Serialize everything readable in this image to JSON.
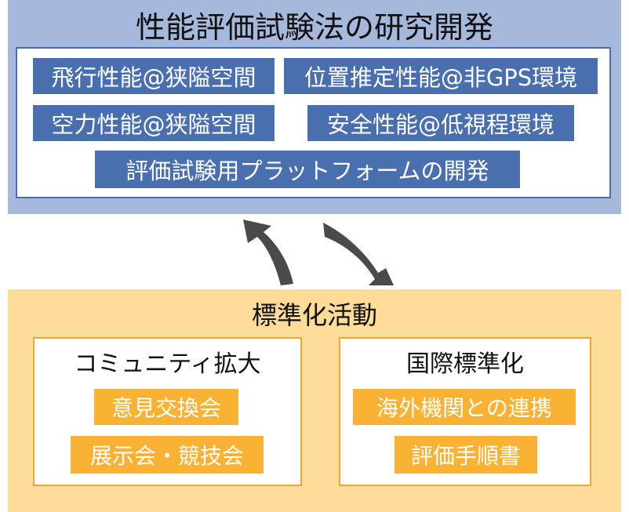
{
  "top": {
    "title": "性能評価試験法の研究開発",
    "tags": [
      "飛行性能@狭隘空間",
      "位置推定性能@非GPS環境",
      "空力性能@狭隘空間",
      "安全性能@低視程環境",
      "評価試験用プラットフォームの開発"
    ]
  },
  "bottom": {
    "title": "標準化活動",
    "left": {
      "title": "コミュニティ拡大",
      "tags": [
        "意見交換会",
        "展示会・競技会"
      ]
    },
    "right": {
      "title": "国際標準化",
      "tags": [
        "海外機関との連携",
        "評価手順書"
      ]
    }
  },
  "colors": {
    "top_panel": "#a6b9dc",
    "blue_tag": "#4a6fae",
    "bottom_panel": "#fddb98",
    "orange_tag": "#f9b234",
    "arrow": "#4a4a4a"
  },
  "icons": [
    "cycle-arrow-up-icon",
    "cycle-arrow-down-icon"
  ]
}
